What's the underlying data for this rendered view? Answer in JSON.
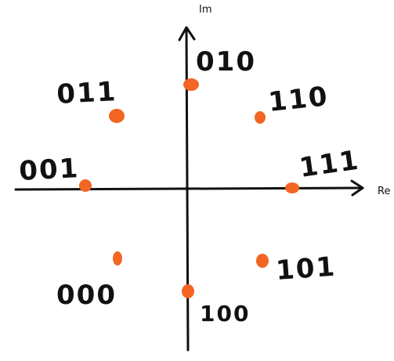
{
  "axes": {
    "real_label": "Re",
    "imag_label": "Im"
  },
  "colors": {
    "point": "#f26522",
    "ink": "#111111"
  },
  "constellation": [
    {
      "code": "010",
      "re": 0.0,
      "im": 1.0
    },
    {
      "code": "110",
      "re": 0.707,
      "im": 0.707
    },
    {
      "code": "111",
      "re": 1.0,
      "im": 0.0
    },
    {
      "code": "101",
      "re": 0.707,
      "im": -0.707
    },
    {
      "code": "100",
      "re": 0.0,
      "im": -1.0
    },
    {
      "code": "000",
      "re": -0.707,
      "im": -0.707
    },
    {
      "code": "001",
      "re": -1.0,
      "im": 0.0
    },
    {
      "code": "011",
      "re": -0.707,
      "im": 0.707
    }
  ]
}
